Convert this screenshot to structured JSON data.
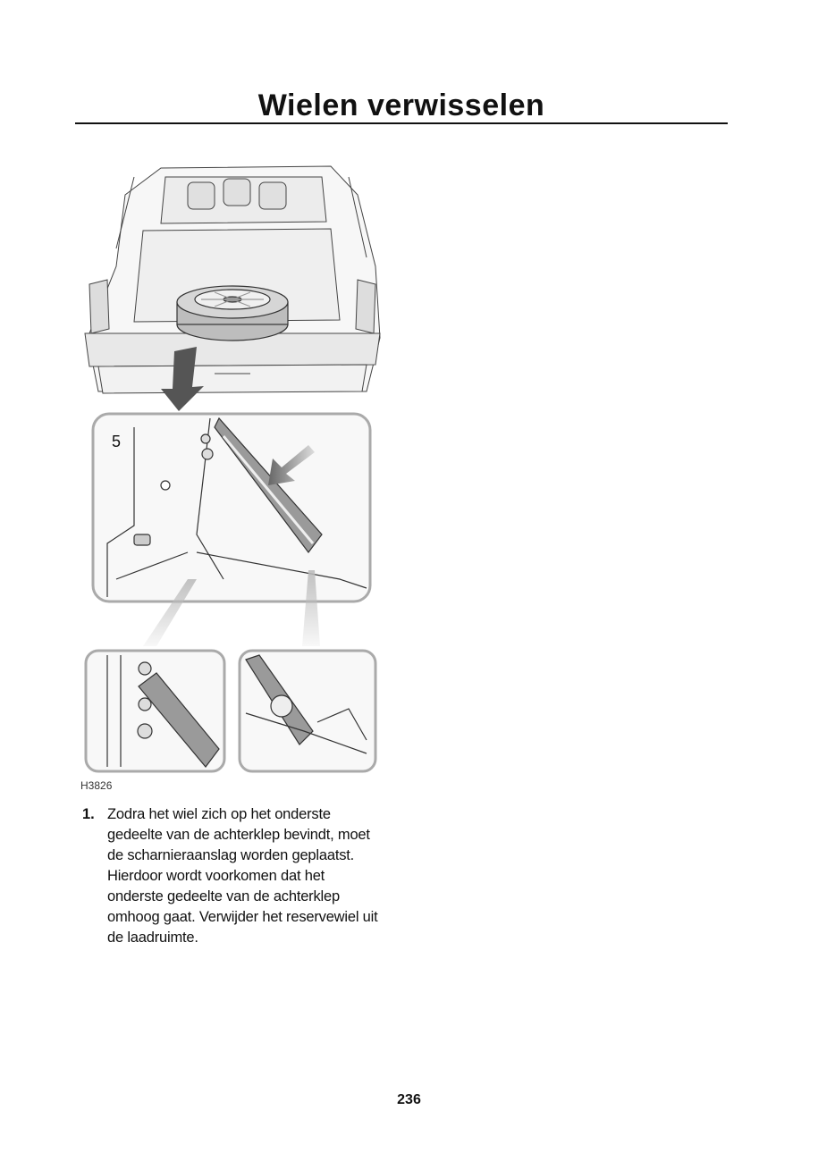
{
  "page": {
    "title": "Wielen verwisselen",
    "page_number": "236"
  },
  "figure": {
    "code": "H3826",
    "inset_label": "5"
  },
  "steps": [
    {
      "number": "1.",
      "text": "Zodra het wiel zich op het onderste gedeelte van de achterklep bevindt, moet de scharnieraanslag worden geplaatst. Hierdoor wordt voorkomen dat het onderste gedeelte van de achterklep omhoog gaat. Verwijder het reservewiel uit de laadruimte."
    }
  ]
}
